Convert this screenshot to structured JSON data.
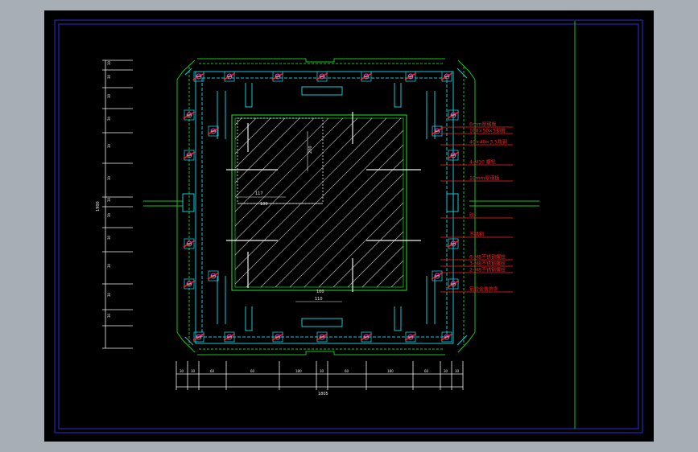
{
  "colors": {
    "background": "#a8aeb6",
    "sheet": "#000000",
    "frame": "#2b2bd6",
    "green": "#19c21e",
    "cyan": "#18c8d6",
    "red": "#ff2020",
    "white": "#f0f0f0",
    "magenta": "#e040e0",
    "yellow": "#e0d020",
    "hatch": "#c8c8c8"
  },
  "left_dims": [
    "30",
    "30",
    "30",
    "30",
    "30",
    "30",
    "30",
    "30",
    "30",
    "30",
    "30",
    "30"
  ],
  "left_total": "1900",
  "bottom_dims": [
    "30",
    "30",
    "60",
    "60",
    "180",
    "30",
    "60",
    "180",
    "60",
    "30",
    "30"
  ],
  "bottom_total": "1805",
  "center_dims": {
    "a": "117",
    "b": "100",
    "c": "110",
    "d": "100",
    "e": "200"
  },
  "annotations": [
    "6mm厚钢板",
    "100×50×5钢管",
    "40×40×3.5角钢",
    "4-M10 螺栓",
    "10mm厚钢板",
    "胶",
    "不锈钢",
    "6-M8不锈钢螺栓",
    "3-M8不锈钢螺栓",
    "2-M8不锈钢螺栓",
    "铝合金装饰条"
  ]
}
